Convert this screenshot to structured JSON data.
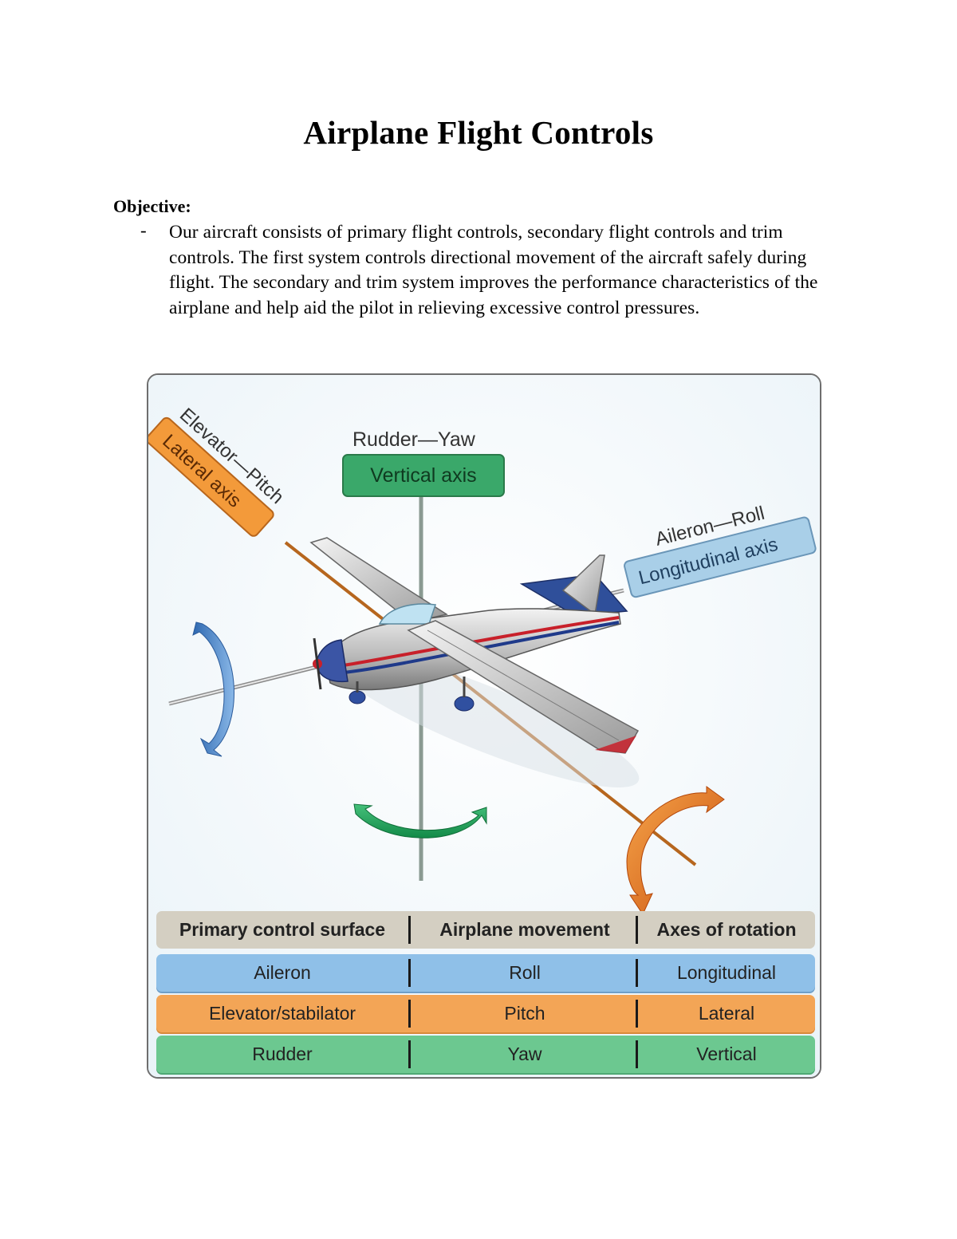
{
  "document": {
    "title": "Airplane Flight Controls",
    "objective_label": "Objective:",
    "bullet_marker": "-",
    "objective_text": "Our aircraft consists of primary flight controls, secondary flight controls and trim controls.  The first system controls directional movement of the aircraft safely during flight.  The secondary and trim system improves the performance characteristics of the airplane and help aid the pilot in relieving excessive control pressures."
  },
  "figure": {
    "labels": {
      "elevator_pitch": "Elevator—Pitch",
      "lateral_axis": "Lateral axis",
      "rudder_yaw": "Rudder—Yaw",
      "vertical_axis": "Vertical axis",
      "aileron_roll": "Aileron—Roll",
      "longitudinal_axis": "Longitudinal axis"
    },
    "colors": {
      "lateral": "#f3a556",
      "vertical": "#3aa86a",
      "longitudinal": "#a9cfe8",
      "roll_arrow": "#4a86c9",
      "pitch_arrow": "#e0731c",
      "yaw_arrow": "#1f9a56"
    },
    "table": {
      "headers": [
        "Primary control surface",
        "Airplane movement",
        "Axes of rotation"
      ],
      "rows": [
        [
          "Aileron",
          "Roll",
          "Longitudinal"
        ],
        [
          "Elevator/stabilator",
          "Pitch",
          "Lateral"
        ],
        [
          "Rudder",
          "Yaw",
          "Vertical"
        ]
      ]
    }
  }
}
